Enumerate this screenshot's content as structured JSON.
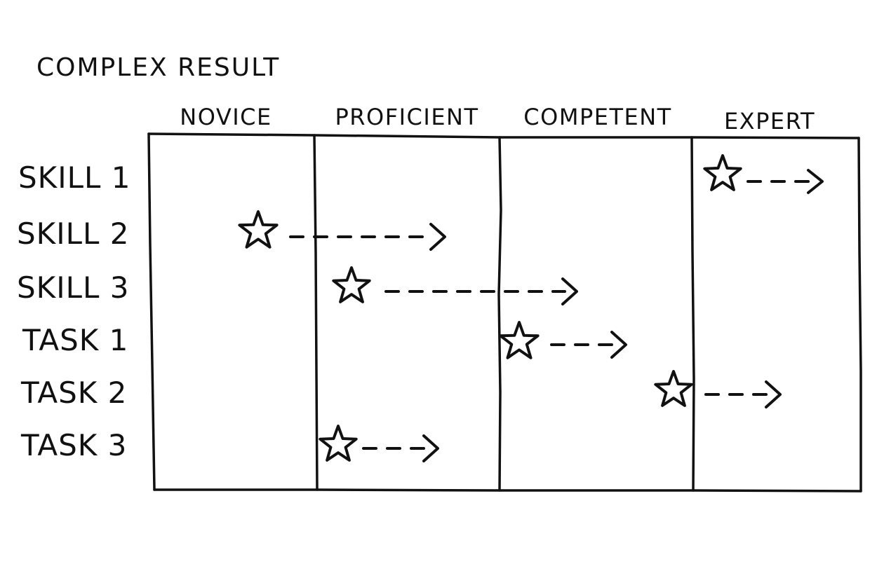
{
  "title": "COMPLEX RESULT",
  "levels": [
    {
      "label": "NOVICE"
    },
    {
      "label": "PROFICIENT"
    },
    {
      "label": "COMPETENT"
    },
    {
      "label": "EXPERT"
    }
  ],
  "rows": [
    {
      "label": "SKILL 1",
      "start_level": "EXPERT",
      "target_level": "EXPERT"
    },
    {
      "label": "SKILL 2",
      "start_level": "NOVICE",
      "target_level": "PROFICIENT"
    },
    {
      "label": "SKILL 3",
      "start_level": "PROFICIENT",
      "target_level": "COMPETENT"
    },
    {
      "label": "TASK 1",
      "start_level": "COMPETENT",
      "target_level": "COMPETENT"
    },
    {
      "label": "TASK 2",
      "start_level": "COMPETENT",
      "target_level": "EXPERT"
    },
    {
      "label": "TASK 3",
      "start_level": "PROFICIENT",
      "target_level": "PROFICIENT"
    }
  ],
  "colors": {
    "ink": "#111111",
    "background": "#ffffff"
  },
  "icons": {
    "marker": "star-icon",
    "direction": "arrow-right-icon"
  }
}
